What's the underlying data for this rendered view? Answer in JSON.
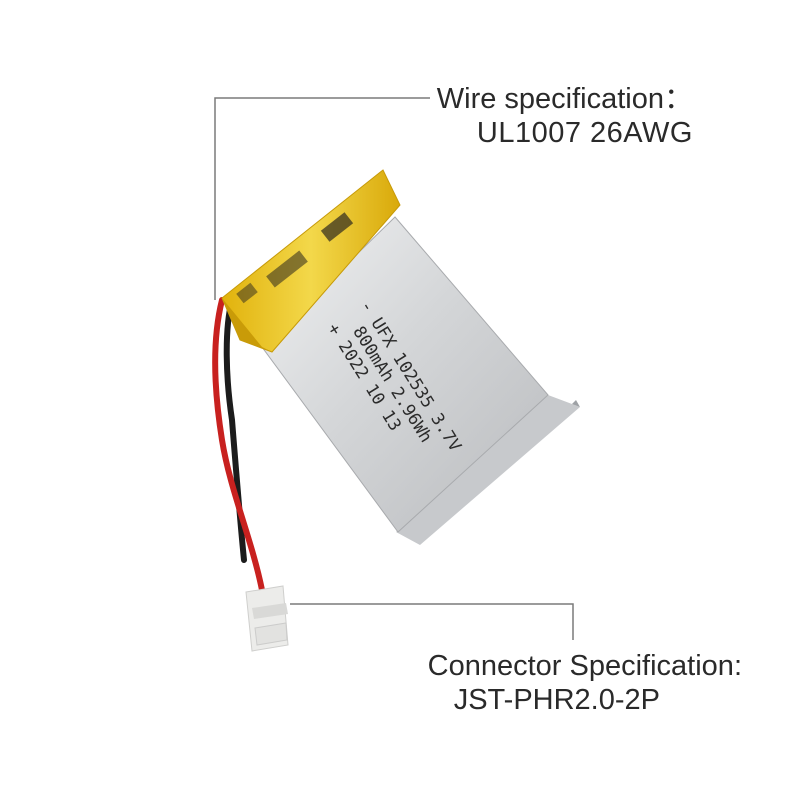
{
  "wire_spec": {
    "label": "Wire specification：",
    "value": "UL1007   26AWG"
  },
  "connector_spec": {
    "label": "Connector Specification:",
    "value": "JST-PHR2.0-2P"
  },
  "battery_label": {
    "line1": "- UFX 102535 3.7V",
    "line2": "800mAh 2.96Wh",
    "line3": "+ 2022 10 13"
  },
  "colors": {
    "line": "#7a7a7a",
    "foil": "#d7d8da",
    "tape": "#e8c21a",
    "wire_red": "#c8211f",
    "wire_black": "#1c1c1c",
    "connector": "#ececea"
  }
}
